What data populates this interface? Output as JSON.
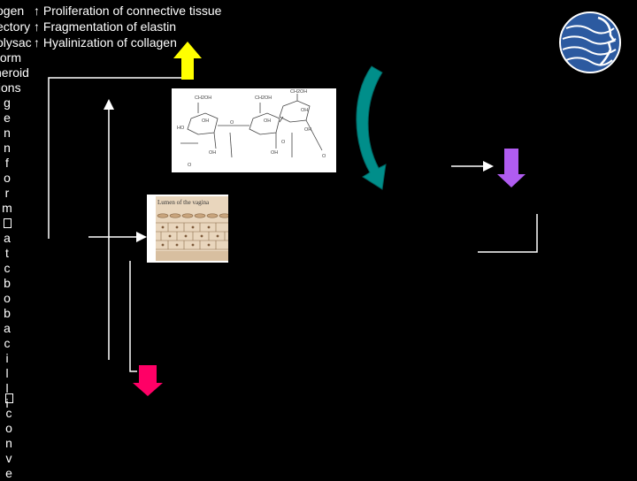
{
  "header_lines": [
    "↑ Proliferation of connective tissue",
    "↑ Fragmentation of elastin",
    "↑ Hyalinization of collagen"
  ],
  "left_fragments": [
    "ogen",
    "ectory",
    "olysac",
    "form",
    "heroid",
    "tions"
  ],
  "vertical_letters": [
    "g",
    "e",
    "n",
    "n",
    "f",
    "o",
    "r",
    "m",
    "",
    "a",
    "t",
    "c",
    "b",
    "o",
    "b",
    "a",
    "c",
    "i",
    "l",
    "l",
    "i"
  ],
  "lower_vertical_letters": [
    "",
    "c",
    "o",
    "n",
    "v",
    "e"
  ],
  "diagram_molecule": {
    "labels": [
      "CH2OH",
      "OH",
      "HO",
      "O",
      "OH",
      "CH2OH",
      "OH",
      "O",
      "OH",
      "CH2OH",
      "O",
      "OH",
      "OH",
      "O"
    ]
  },
  "diagram_histology": {
    "caption": "Lumen of the vagina"
  },
  "colors": {
    "background": "#000000",
    "arrow_yellow": "#ffff00",
    "arrow_green": "#008e8a",
    "arrow_violet": "#b05cf0",
    "arrow_magenta": "#ff0066",
    "connector": "#ffffff",
    "panel_bg": "#ffffff",
    "logo_blue": "#2c5aa0"
  },
  "icons": [
    "head-profile-logo-icon",
    "yellow-up-arrow-icon",
    "green-curved-arrow-icon",
    "violet-down-arrow-icon",
    "magenta-down-arrow-icon"
  ]
}
